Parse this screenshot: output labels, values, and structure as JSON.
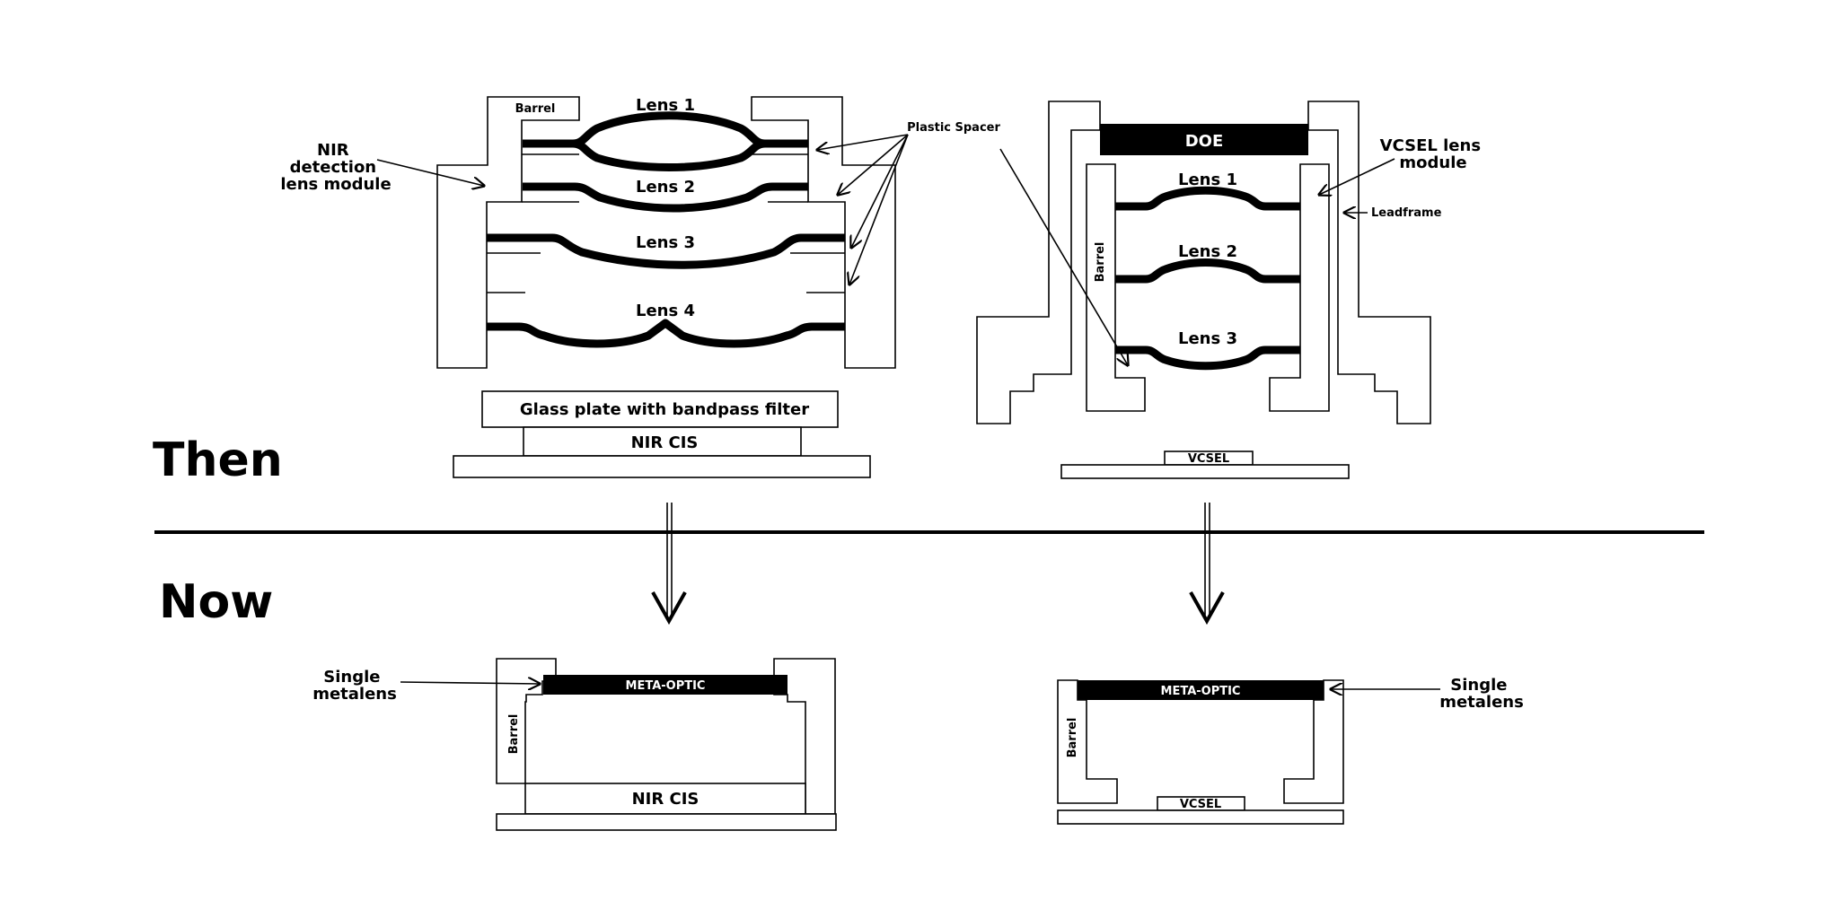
{
  "section_then": "Then",
  "section_now": "Now",
  "nir_old": {
    "module_label": [
      "NIR",
      "detection",
      "lens module"
    ],
    "barrel": "Barrel",
    "lens1": "Lens 1",
    "lens2": "Lens 2",
    "lens3": "Lens 3",
    "lens4": "Lens 4",
    "spacer": "Plastic Spacer",
    "glass": "Glass plate with bandpass filter",
    "cis": "NIR CIS"
  },
  "vcsel_old": {
    "doe": "DOE",
    "module_label": [
      "VCSEL lens",
      "module"
    ],
    "leadframe": "Leadframe",
    "barrel": "Barrel",
    "lens1": "Lens 1",
    "lens2": "Lens 2",
    "lens3": "Lens 3",
    "vcsel": "VCSEL"
  },
  "nir_new": {
    "metalens_label": [
      "Single",
      "metalens"
    ],
    "meta": "META-OPTIC",
    "barrel": "Barrel",
    "cis": "NIR CIS"
  },
  "vcsel_new": {
    "meta": "META-OPTIC",
    "metalens_label": [
      "Single",
      "metalens"
    ],
    "barrel": "Barrel",
    "vcsel": "VCSEL"
  }
}
